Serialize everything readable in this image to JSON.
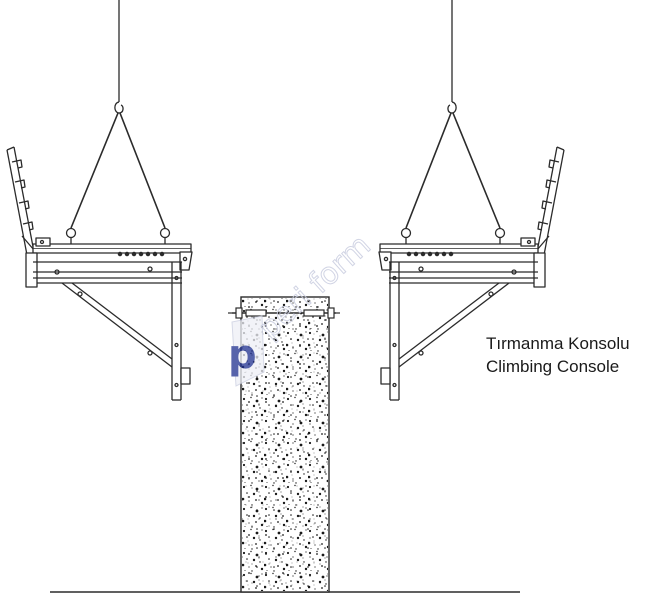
{
  "diagram": {
    "label_tr": "Tırmanma Konsolu",
    "label_en": "Climbing Console"
  },
  "watermark": {
    "brand": "peri form",
    "logo_letter": "p",
    "color": "#1e2f8f"
  },
  "colors": {
    "line": "#2b2b2b",
    "concrete_speckle": "#1a1a1a",
    "background": "#ffffff"
  }
}
